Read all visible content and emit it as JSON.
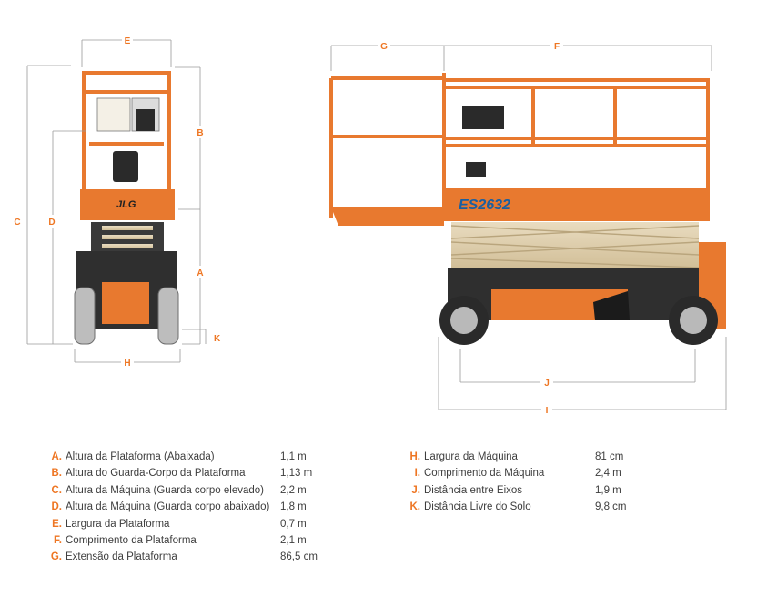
{
  "dimension_letters": {
    "A": "A",
    "B": "B",
    "C": "C",
    "D": "D",
    "E": "E",
    "F": "F",
    "G": "G",
    "H": "H",
    "I": "I",
    "J": "J",
    "K": "K"
  },
  "machine": {
    "brand": "JLG",
    "model": "ES2632"
  },
  "specs_left": [
    {
      "key": "A.",
      "label": "Altura da Plataforma (Abaixada)",
      "value": "1,1 m"
    },
    {
      "key": "B.",
      "label": "Altura do Guarda-Corpo da Plataforma",
      "value": "1,13 m"
    },
    {
      "key": "C.",
      "label": "Altura da Máquina (Guarda corpo elevado)",
      "value": "2,2 m"
    },
    {
      "key": "D.",
      "label": "Altura da Máquina (Guarda corpo abaixado)",
      "value": "1,8 m"
    },
    {
      "key": "E.",
      "label": "Largura da Plataforma",
      "value": "0,7 m"
    },
    {
      "key": "F.",
      "label": "Comprimento da Plataforma",
      "value": "2,1 m"
    },
    {
      "key": "G.",
      "label": "Extensão da Plataforma",
      "value": "86,5 cm"
    }
  ],
  "specs_right": [
    {
      "key": "H.",
      "label": "Largura da Máquina",
      "value": "81 cm"
    },
    {
      "key": "I.",
      "label": "Comprimento da Máquina",
      "value": "2,4 m"
    },
    {
      "key": "J.",
      "label": "Distância entre Eixos",
      "value": "1,9 m"
    },
    {
      "key": "K.",
      "label": "Distância Livre do Solo",
      "value": "9,8 cm"
    }
  ],
  "colors": {
    "accent": "#ee7623",
    "machine_orange": "#e8792f",
    "text": "#3d3d3d",
    "dim_line": "#9a9a9a"
  }
}
